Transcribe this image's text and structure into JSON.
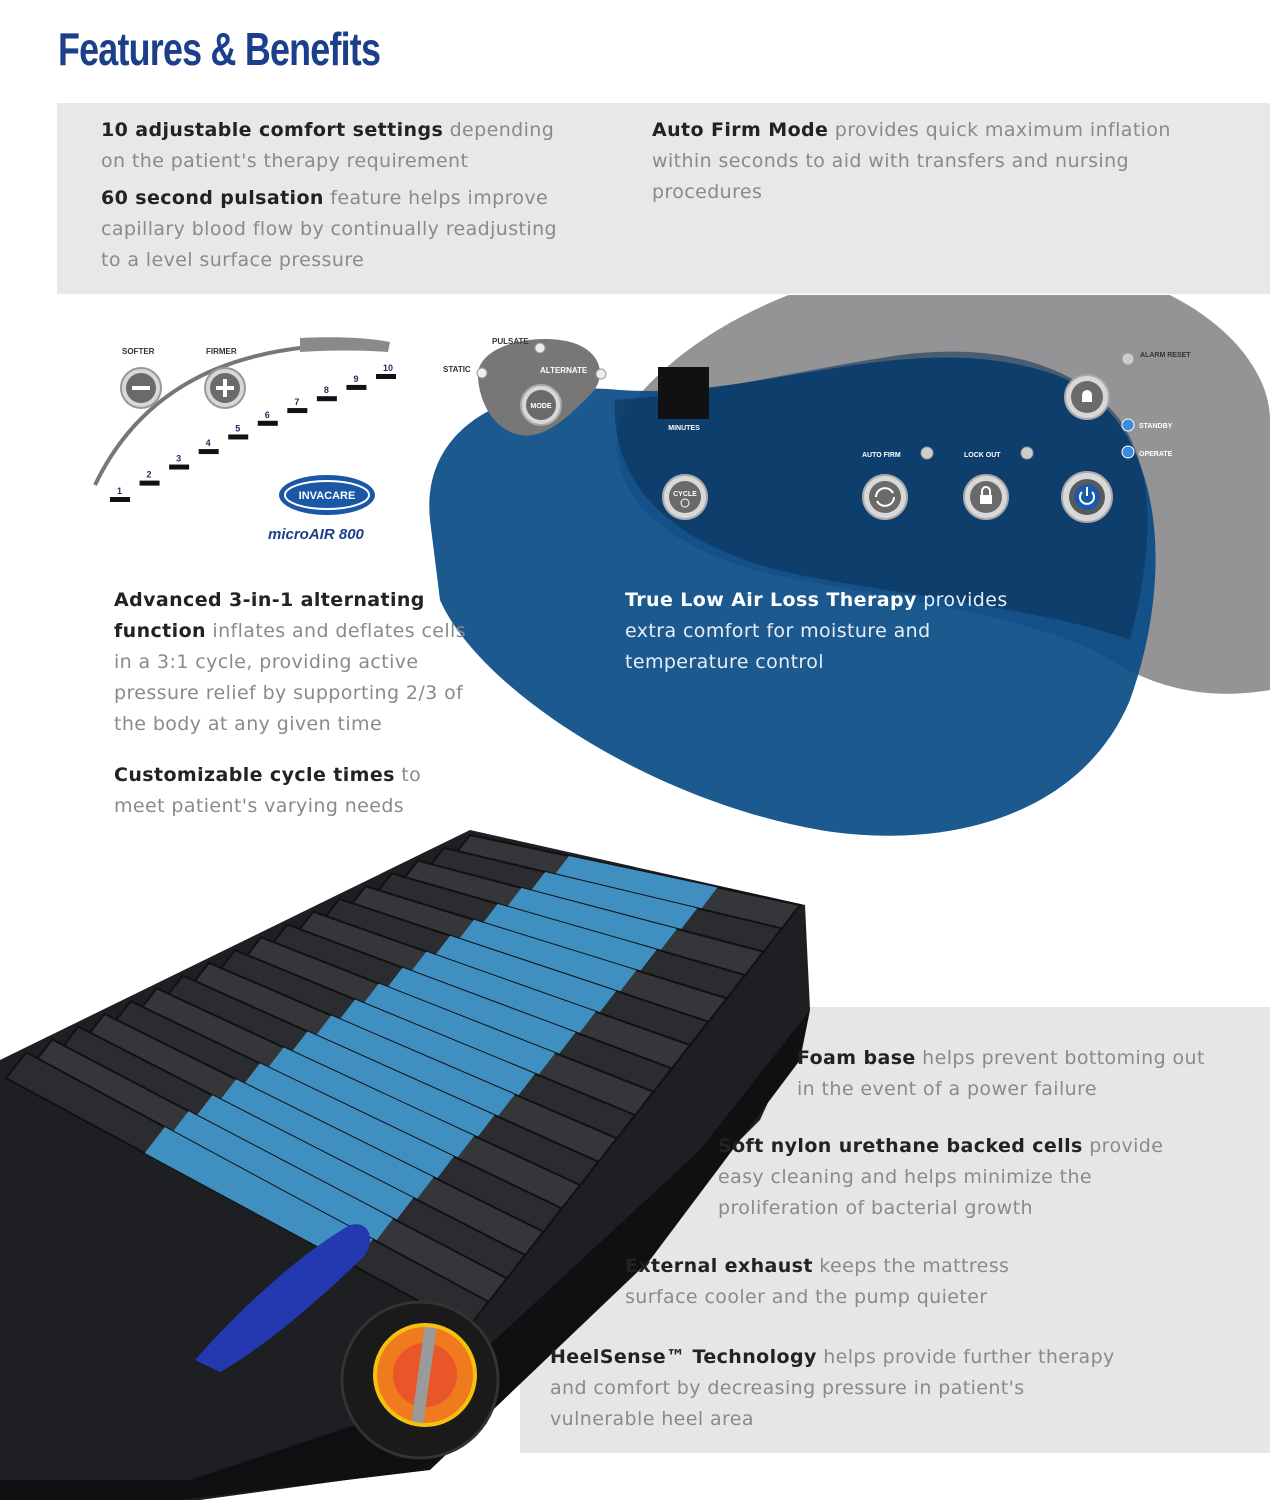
{
  "title": "Features & Benefits",
  "features_top": [
    {
      "bold": "10 adjustable comfort settings",
      "rest": " depending on the patient's therapy requirement"
    },
    {
      "bold": "60 second pulsation",
      "rest": " feature helps improve capillary blood flow by continually readjusting to a level surface pressure"
    },
    {
      "bold": "Auto Firm Mode",
      "rest": " provides quick maximum inflation within seconds to aid with transfers and nursing procedures"
    }
  ],
  "features_middle": [
    {
      "bold": "Advanced 3-in-1 alternating function",
      "rest": " inflates and deflates cells in a 3:1 cycle, providing active pressure relief by supporting 2/3 of the body at any given time"
    },
    {
      "bold": "Customizable cycle times",
      "rest": " to meet patient's varying needs"
    },
    {
      "bold": "True Low Air Loss Therapy",
      "rest": " provides extra comfort for moisture and temperature control"
    }
  ],
  "features_bottom": [
    {
      "bold": "Foam base",
      "rest": " helps prevent bottoming out in the event of a power failure"
    },
    {
      "bold": "Soft nylon urethane backed cells",
      "rest": " provide easy cleaning and helps minimize the proliferation of bacterial growth"
    },
    {
      "bold": "External exhaust",
      "rest": " keeps the mattress surface cooler and the pump quieter"
    },
    {
      "bold": "HeelSense™ Technology",
      "rest": " helps provide further therapy and comfort by decreasing pressure in patient's vulnerable heel area"
    }
  ],
  "control_panel": {
    "softer": "SOFTER",
    "firmer": "FIRMER",
    "levels": [
      "1",
      "2",
      "3",
      "4",
      "5",
      "6",
      "7",
      "8",
      "9",
      "10"
    ],
    "brand": "INVACARE",
    "model": "microAIR 800",
    "modes": {
      "static": "STATIC",
      "pulsate": "PULSATE",
      "alternate": "ALTERNATE",
      "mode_button": "MODE"
    },
    "minutes": "MINUTES",
    "cycle": "CYCLE",
    "auto_firm": "AUTO FIRM",
    "lock_out": "LOCK OUT",
    "alarm_reset": "ALARM RESET",
    "standby": "STANDBY",
    "operate": "OPERATE"
  },
  "colors": {
    "title_blue": "#1b3f8b",
    "blob_blue": "#0b4c86",
    "blob_gray": "#8c8c8e",
    "cell_blue": "#3f8fc0"
  }
}
